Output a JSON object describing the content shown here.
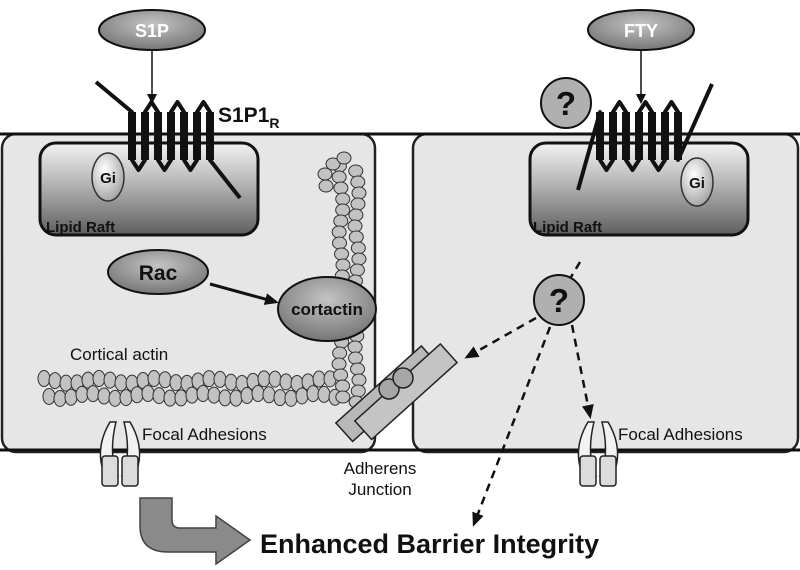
{
  "ligands": {
    "left": "S1P",
    "right": "FTY"
  },
  "receptor": {
    "main": "S1P1",
    "sub": "R"
  },
  "question_mark": "?",
  "gi": "Gi",
  "lipid_raft": "Lipid Raft",
  "rac": "Rac",
  "cortactin": "cortactin",
  "cortical_actin": "Cortical actin",
  "focal_adhesions": "Focal Adhesions",
  "adherens_junction": [
    "Adherens",
    "Junction"
  ],
  "outcome": "Enhanced Barrier Integrity"
}
